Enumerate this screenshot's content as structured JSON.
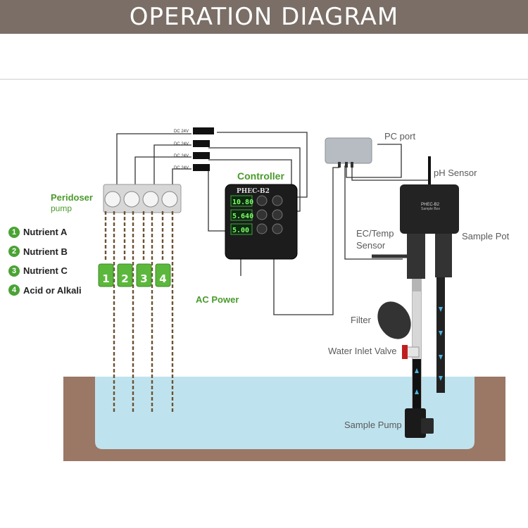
{
  "header": {
    "title": "OPERATION DIAGRAM"
  },
  "labels": {
    "peridoser_line1": "Peridoser",
    "peridoser_line2": "pump",
    "controller": "Controller",
    "ac_power": "AC Power",
    "pc_port": "PC port",
    "ph_sensor": "pH Sensor",
    "ec_temp_line1": "EC/Temp",
    "ec_temp_line2": "Sensor",
    "sample_pot": "Sample Pot",
    "filter": "Filter",
    "water_inlet_valve": "Water Inlet Valve",
    "sample_pump": "Sample Pump"
  },
  "legend": [
    {
      "num": "1",
      "text": "Nutrient A"
    },
    {
      "num": "2",
      "text": "Nutrient B"
    },
    {
      "num": "3",
      "text": "Nutrient C"
    },
    {
      "num": "4",
      "text": "Acid or Alkali"
    }
  ],
  "dc_adapters": [
    "DC 24V",
    "DC 24V",
    "DC 24V",
    "DC 24V"
  ],
  "bottles": [
    "1",
    "2",
    "3",
    "4"
  ],
  "controller_unit": {
    "model": "PHEC-B2",
    "display_1": "10.80",
    "display_2": "5.640",
    "display_3": "5.00"
  },
  "sample_pot_unit": {
    "model": "PHEC-B2",
    "caption": "Sample Box"
  },
  "colors": {
    "header_bg": "#7a6e66",
    "accent_green": "#4a9a2c",
    "water": "#bfe3ee",
    "soil": "#9b7766"
  }
}
